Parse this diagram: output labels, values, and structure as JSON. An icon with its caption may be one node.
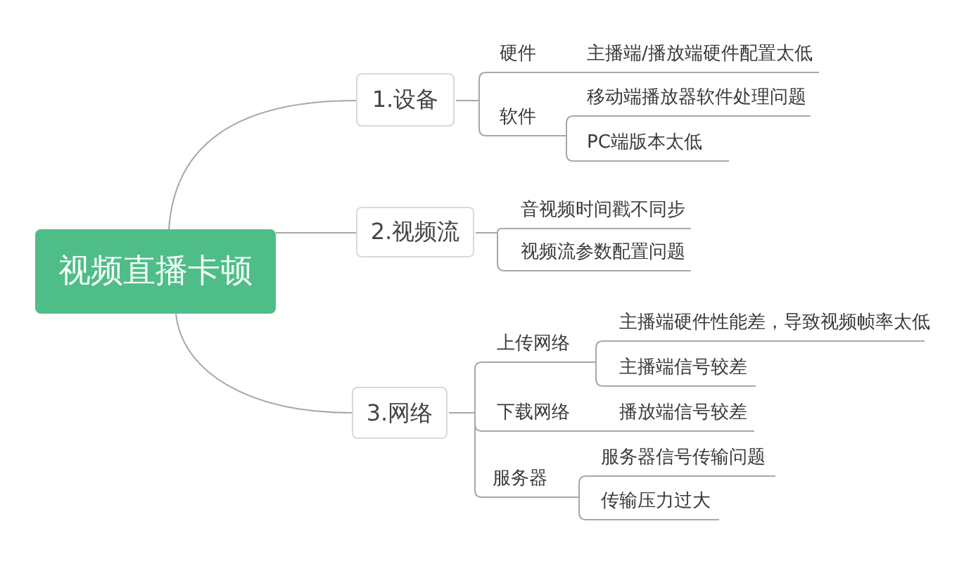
{
  "diagram": {
    "nodes": [
      {
        "text": [
          "视频直播卡顿"
        ]
      },
      {
        "text": [
          "1.设备"
        ]
      },
      {
        "text": [
          "硬件"
        ]
      },
      {
        "text": [
          "主播端/播放端硬件配置太低"
        ]
      },
      {
        "text": [
          "软件"
        ]
      },
      {
        "text": [
          "移动端播放器软件处理问题"
        ]
      },
      {
        "text": [
          "PC端版本太低"
        ]
      },
      {
        "text": [
          "2.视频流"
        ]
      },
      {
        "text": [
          "音视频时间戳不同步"
        ]
      },
      {
        "text": [
          "视频流参数配置问题"
        ]
      },
      {
        "text": [
          "3.网络"
        ]
      },
      {
        "text": [
          "上传网络"
        ]
      },
      {
        "text": [
          "主播端硬件性能差，导致视频帧率太低"
        ]
      },
      {
        "text": [
          "主播端信号较差"
        ]
      },
      {
        "text": [
          "下载网络"
        ]
      },
      {
        "text": [
          "播放端信号较差"
        ]
      },
      {
        "text": [
          "服务器"
        ]
      },
      {
        "text": [
          "服务器信号传输问题"
        ]
      },
      {
        "text": [
          "传输压力过大"
        ]
      }
    ],
    "edges": [
      {
        "from": 0,
        "to": 1,
        "arrow": "none"
      },
      {
        "from": 0,
        "to": 7,
        "arrow": "none"
      },
      {
        "from": 0,
        "to": 10,
        "arrow": "none"
      },
      {
        "from": 1,
        "to": 2,
        "arrow": "none"
      },
      {
        "from": 2,
        "to": 3,
        "arrow": "none"
      },
      {
        "from": 1,
        "to": 4,
        "arrow": "none"
      },
      {
        "from": 4,
        "to": 5,
        "arrow": "none"
      },
      {
        "from": 4,
        "to": 6,
        "arrow": "none"
      },
      {
        "from": 7,
        "to": 8,
        "arrow": "none"
      },
      {
        "from": 7,
        "to": 9,
        "arrow": "none"
      },
      {
        "from": 10,
        "to": 11,
        "arrow": "none"
      },
      {
        "from": 11,
        "to": 12,
        "arrow": "none"
      },
      {
        "from": 11,
        "to": 13,
        "arrow": "none"
      },
      {
        "from": 10,
        "to": 14,
        "arrow": "none"
      },
      {
        "from": 14,
        "to": 15,
        "arrow": "none"
      },
      {
        "from": 10,
        "to": 16,
        "arrow": "none"
      },
      {
        "from": 16,
        "to": 17,
        "arrow": "none"
      },
      {
        "from": 16,
        "to": 18,
        "arrow": "none"
      }
    ]
  }
}
